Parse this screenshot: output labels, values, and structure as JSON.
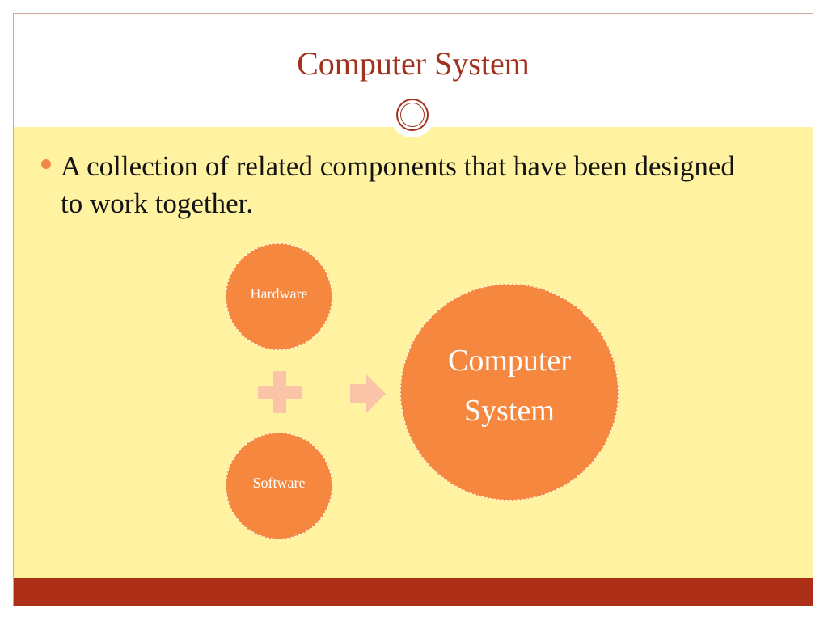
{
  "slide": {
    "title": "Computer System",
    "bullet": "A collection of related components that have been designed to work together."
  },
  "diagram": {
    "hardware_label": "Hardware",
    "software_label": "Software",
    "result_label": "Computer System",
    "plus_icon": "plus-icon",
    "arrow_icon": "arrow-right-icon"
  },
  "colors": {
    "title": "#a0321e",
    "content_background": "#fff2a0",
    "circle_fill": "#f5873e",
    "connector": "#fbc4a8",
    "footer_bar": "#ad2f17"
  }
}
